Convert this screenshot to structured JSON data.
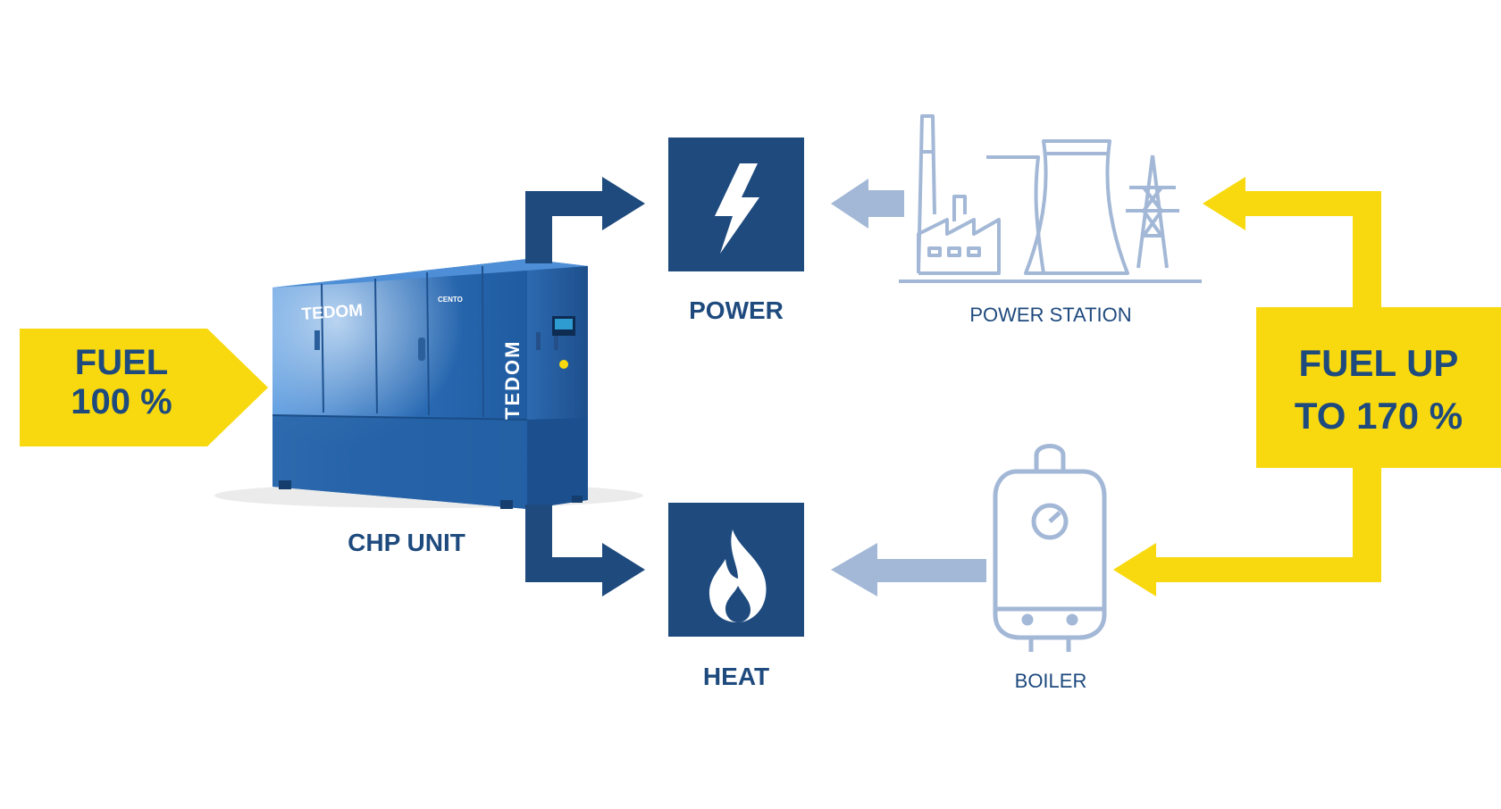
{
  "fuel_input": {
    "line1": "FUEL",
    "line2": "100 %"
  },
  "fuel_compare": {
    "line1": "FUEL UP",
    "line2": "TO 170 %"
  },
  "chp": {
    "label": "CHP UNIT",
    "brand": "TEDOM",
    "model": "CENTO"
  },
  "outputs": {
    "power_label": "POWER",
    "heat_label": "HEAT"
  },
  "conventional": {
    "station_label": "POWER STATION",
    "boiler_label": "BOILER"
  },
  "colors": {
    "yellow": "#f8d90f",
    "navy": "#1e4a7e",
    "light_blue": "#a3b8d6",
    "machine_blue": "#2a6bb3"
  },
  "icons": {
    "power": "lightning-bolt-icon",
    "heat": "flame-icon",
    "station": "power-station-icon",
    "boiler": "boiler-icon"
  }
}
